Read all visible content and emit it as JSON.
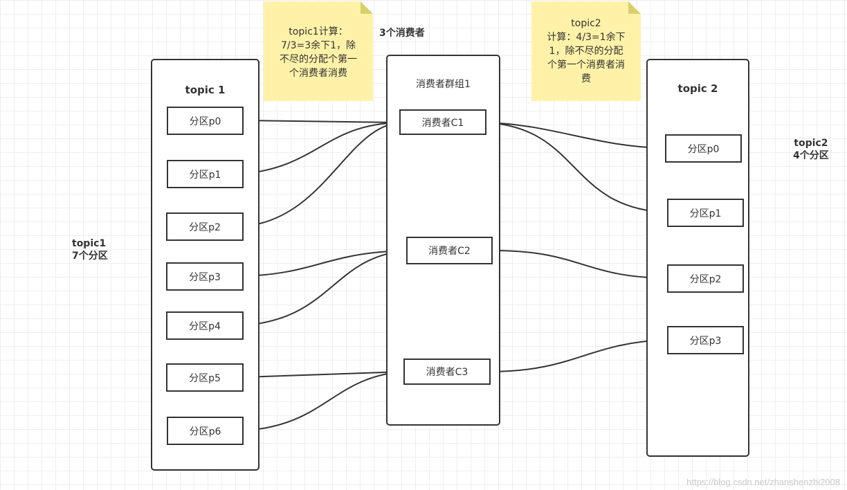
{
  "topic1": {
    "title": "topic 1",
    "partitions": [
      "分区p0",
      "分区p1",
      "分区p2",
      "分区p3",
      "分区p4",
      "分区p5",
      "分区p6"
    ],
    "side_label": [
      "topic1",
      "7个分区"
    ]
  },
  "group": {
    "title": "消费者群组1",
    "consumers": [
      "消费者C1",
      "消费者C2",
      "消费者C3"
    ],
    "count_label": "3个消费者"
  },
  "topic2": {
    "title": "topic 2",
    "partitions": [
      "分区p0",
      "分区p1",
      "分区p2",
      "分区p3"
    ],
    "side_label": [
      "topic2",
      "4个分区"
    ]
  },
  "notes": {
    "topic1": [
      "topic1计算：",
      "7/3=3余下1，除",
      "不尽的分配个第一",
      "个消费者消费"
    ],
    "topic2": [
      "topic2",
      "计算：4/3=1余下",
      "1，除不尽的分配",
      "个第一个消费者消",
      "费"
    ]
  },
  "watermark": "https://blog.csdn.net/zhanshenzhi2008",
  "colors": {
    "stroke": "#333333",
    "note_fill": "#fff2a8",
    "grid": "#eeeeee"
  }
}
